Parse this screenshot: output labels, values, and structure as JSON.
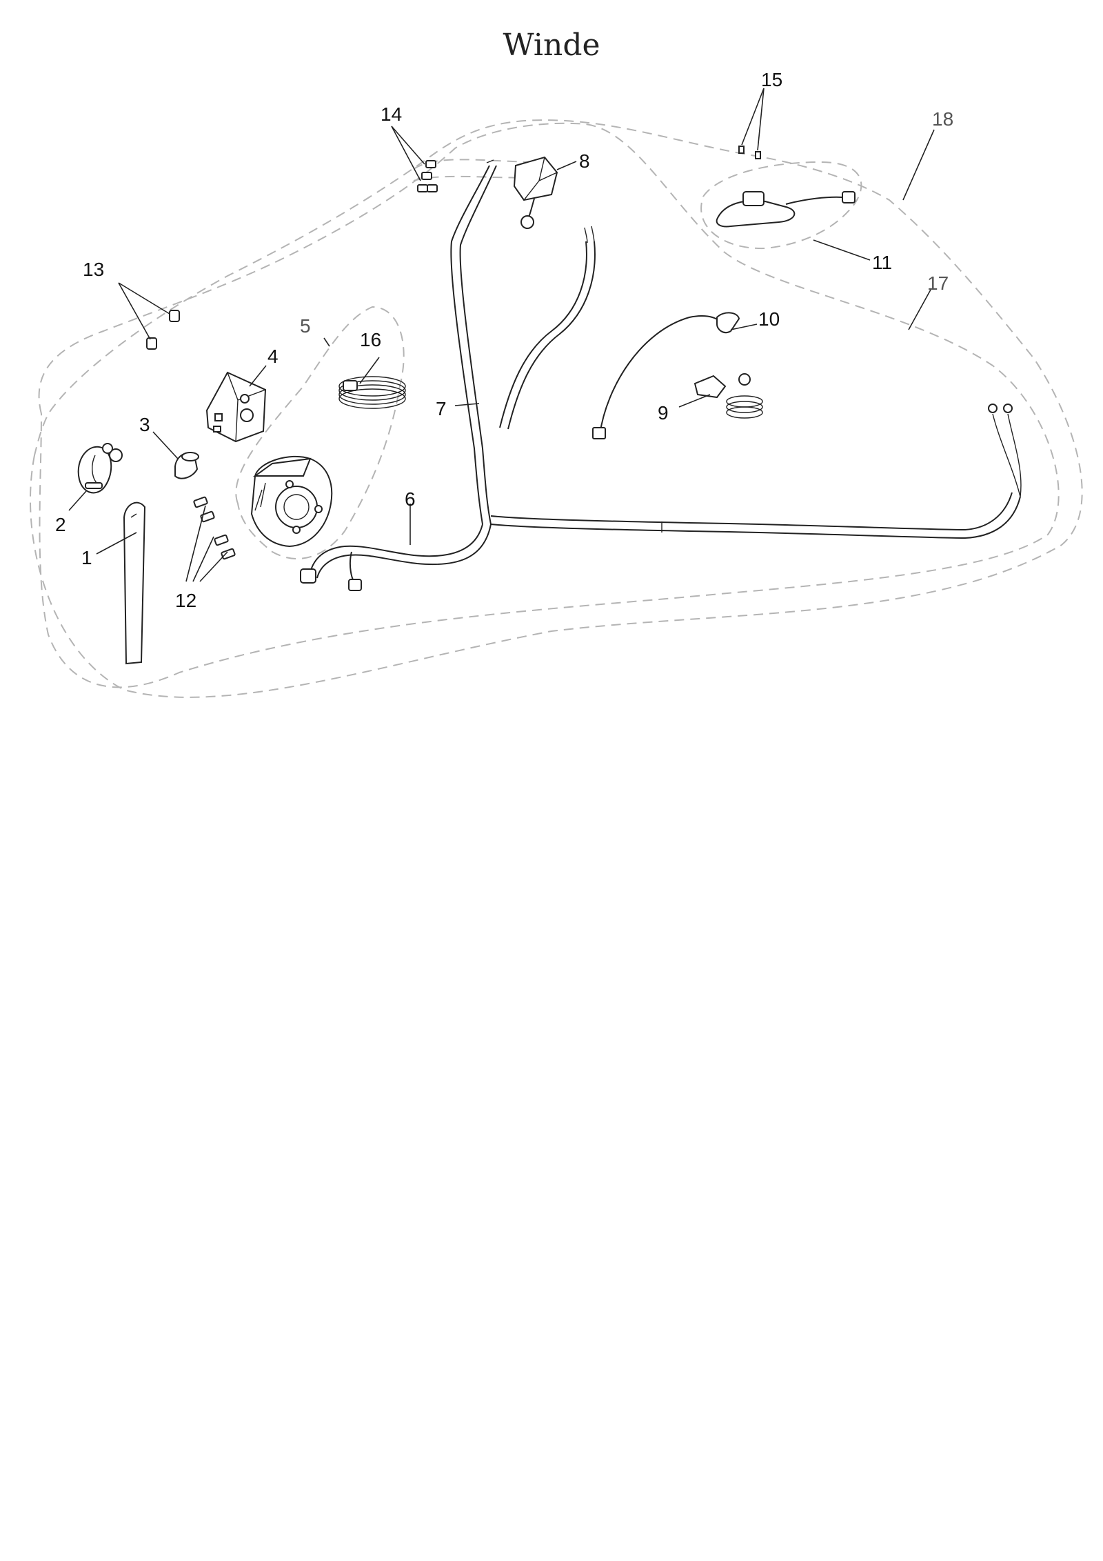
{
  "title": "Winde",
  "callouts": {
    "c1": "1",
    "c2": "2",
    "c3": "3",
    "c4": "4",
    "c5": "5",
    "c6": "6",
    "c7": "7",
    "c8": "8",
    "c9": "9",
    "c10": "10",
    "c11": "11",
    "c12": "12",
    "c13": "13",
    "c14": "14",
    "c15": "15",
    "c16": "16",
    "c17": "17",
    "c18": "18"
  }
}
